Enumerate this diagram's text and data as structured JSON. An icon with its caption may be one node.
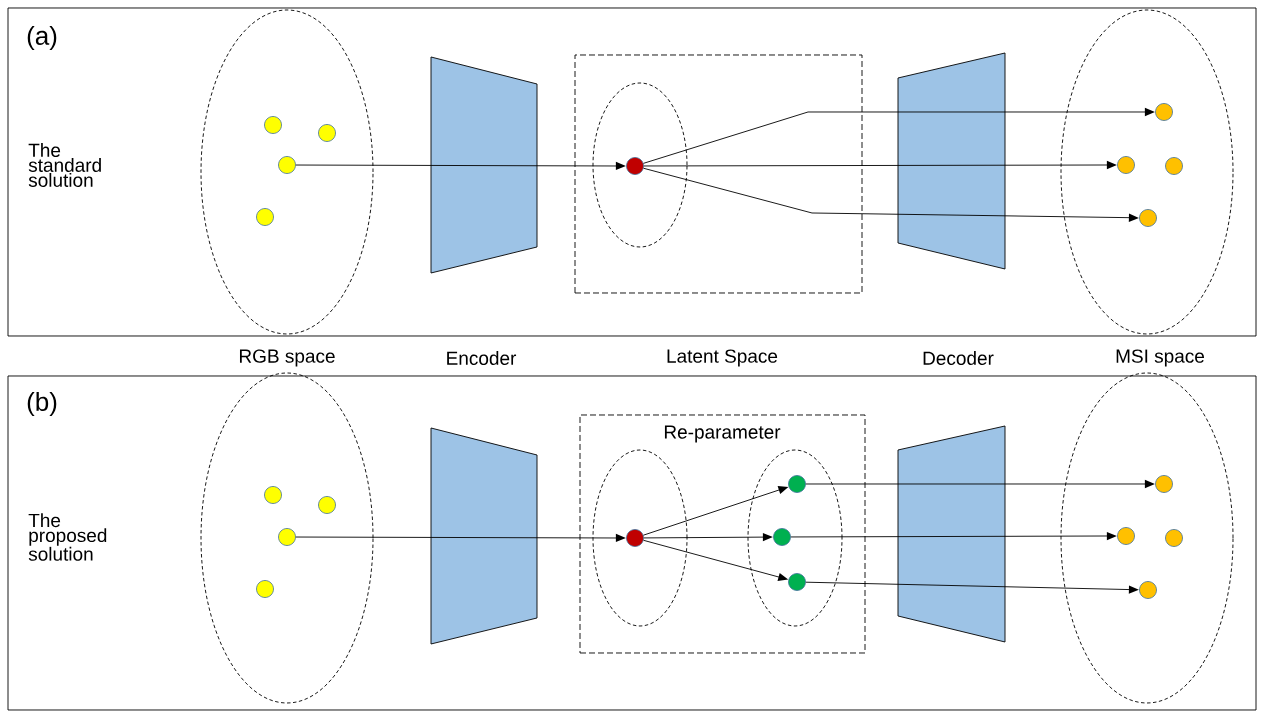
{
  "diagram": {
    "nodes": [
      {
        "text": [
          "(a)",
          "The standard solution"
        ]
      },
      {
        "text": [],
        "shape": "ellipse",
        "in": 0
      },
      {
        "text": [],
        "shape": "circle",
        "in": 1
      },
      {
        "text": [],
        "shape": "circle",
        "in": 1
      },
      {
        "text": [],
        "shape": "circle",
        "in": 1
      },
      {
        "text": [],
        "shape": "circle",
        "in": 1
      },
      {
        "text": [],
        "shape": "box",
        "in": 0
      },
      {
        "text": [],
        "shape": "ellipse",
        "in": 6
      },
      {
        "text": [],
        "shape": "circle",
        "in": 7
      },
      {
        "text": [],
        "shape": "ellipse",
        "in": 0
      },
      {
        "text": [],
        "shape": "circle",
        "in": 9
      },
      {
        "text": [],
        "shape": "circle",
        "in": 9
      },
      {
        "text": [],
        "shape": "circle",
        "in": 9
      },
      {
        "text": [],
        "shape": "circle",
        "in": 9
      },
      {
        "text": [
          "(b)",
          "The proposed solution"
        ]
      },
      {
        "text": [],
        "shape": "ellipse",
        "in": 14
      },
      {
        "text": [],
        "shape": "circle",
        "in": 15
      },
      {
        "text": [],
        "shape": "circle",
        "in": 15
      },
      {
        "text": [],
        "shape": "circle",
        "in": 15
      },
      {
        "text": [],
        "shape": "circle",
        "in": 15
      },
      {
        "text": [
          "Re-parameter"
        ],
        "in": 14
      },
      {
        "text": [],
        "shape": "ellipse",
        "in": 20
      },
      {
        "text": [],
        "shape": "circle",
        "in": 21
      },
      {
        "text": [],
        "shape": "ellipse",
        "in": 20
      },
      {
        "text": [],
        "shape": "circle",
        "in": 23
      },
      {
        "text": [],
        "shape": "circle",
        "in": 23
      },
      {
        "text": [],
        "shape": "circle",
        "in": 23
      },
      {
        "text": [],
        "shape": "ellipse",
        "in": 14
      },
      {
        "text": [],
        "shape": "circle",
        "in": 27
      },
      {
        "text": [],
        "shape": "circle",
        "in": 27
      },
      {
        "text": [],
        "shape": "circle",
        "in": 27
      },
      {
        "text": [],
        "shape": "circle",
        "in": 27
      }
    ],
    "edges": [
      {
        "from": 4,
        "to": 8,
        "arrow": "to"
      },
      {
        "from": 8,
        "to": 10,
        "arrow": "to"
      },
      {
        "from": 8,
        "to": 11,
        "arrow": "to"
      },
      {
        "from": 8,
        "to": 13,
        "arrow": "to"
      },
      {
        "from": 18,
        "to": 22,
        "arrow": "to"
      },
      {
        "from": 22,
        "to": 24,
        "arrow": "to"
      },
      {
        "from": 22,
        "to": 25,
        "arrow": "to"
      },
      {
        "from": 22,
        "to": 26,
        "arrow": "to"
      },
      {
        "from": 24,
        "to": 28,
        "arrow": "to"
      },
      {
        "from": 25,
        "to": 29,
        "arrow": "to"
      },
      {
        "from": 26,
        "to": 31,
        "arrow": "to"
      }
    ],
    "labels": [
      "RGB space",
      "Encoder",
      "Latent Space",
      "Decoder",
      "MSI space"
    ]
  }
}
